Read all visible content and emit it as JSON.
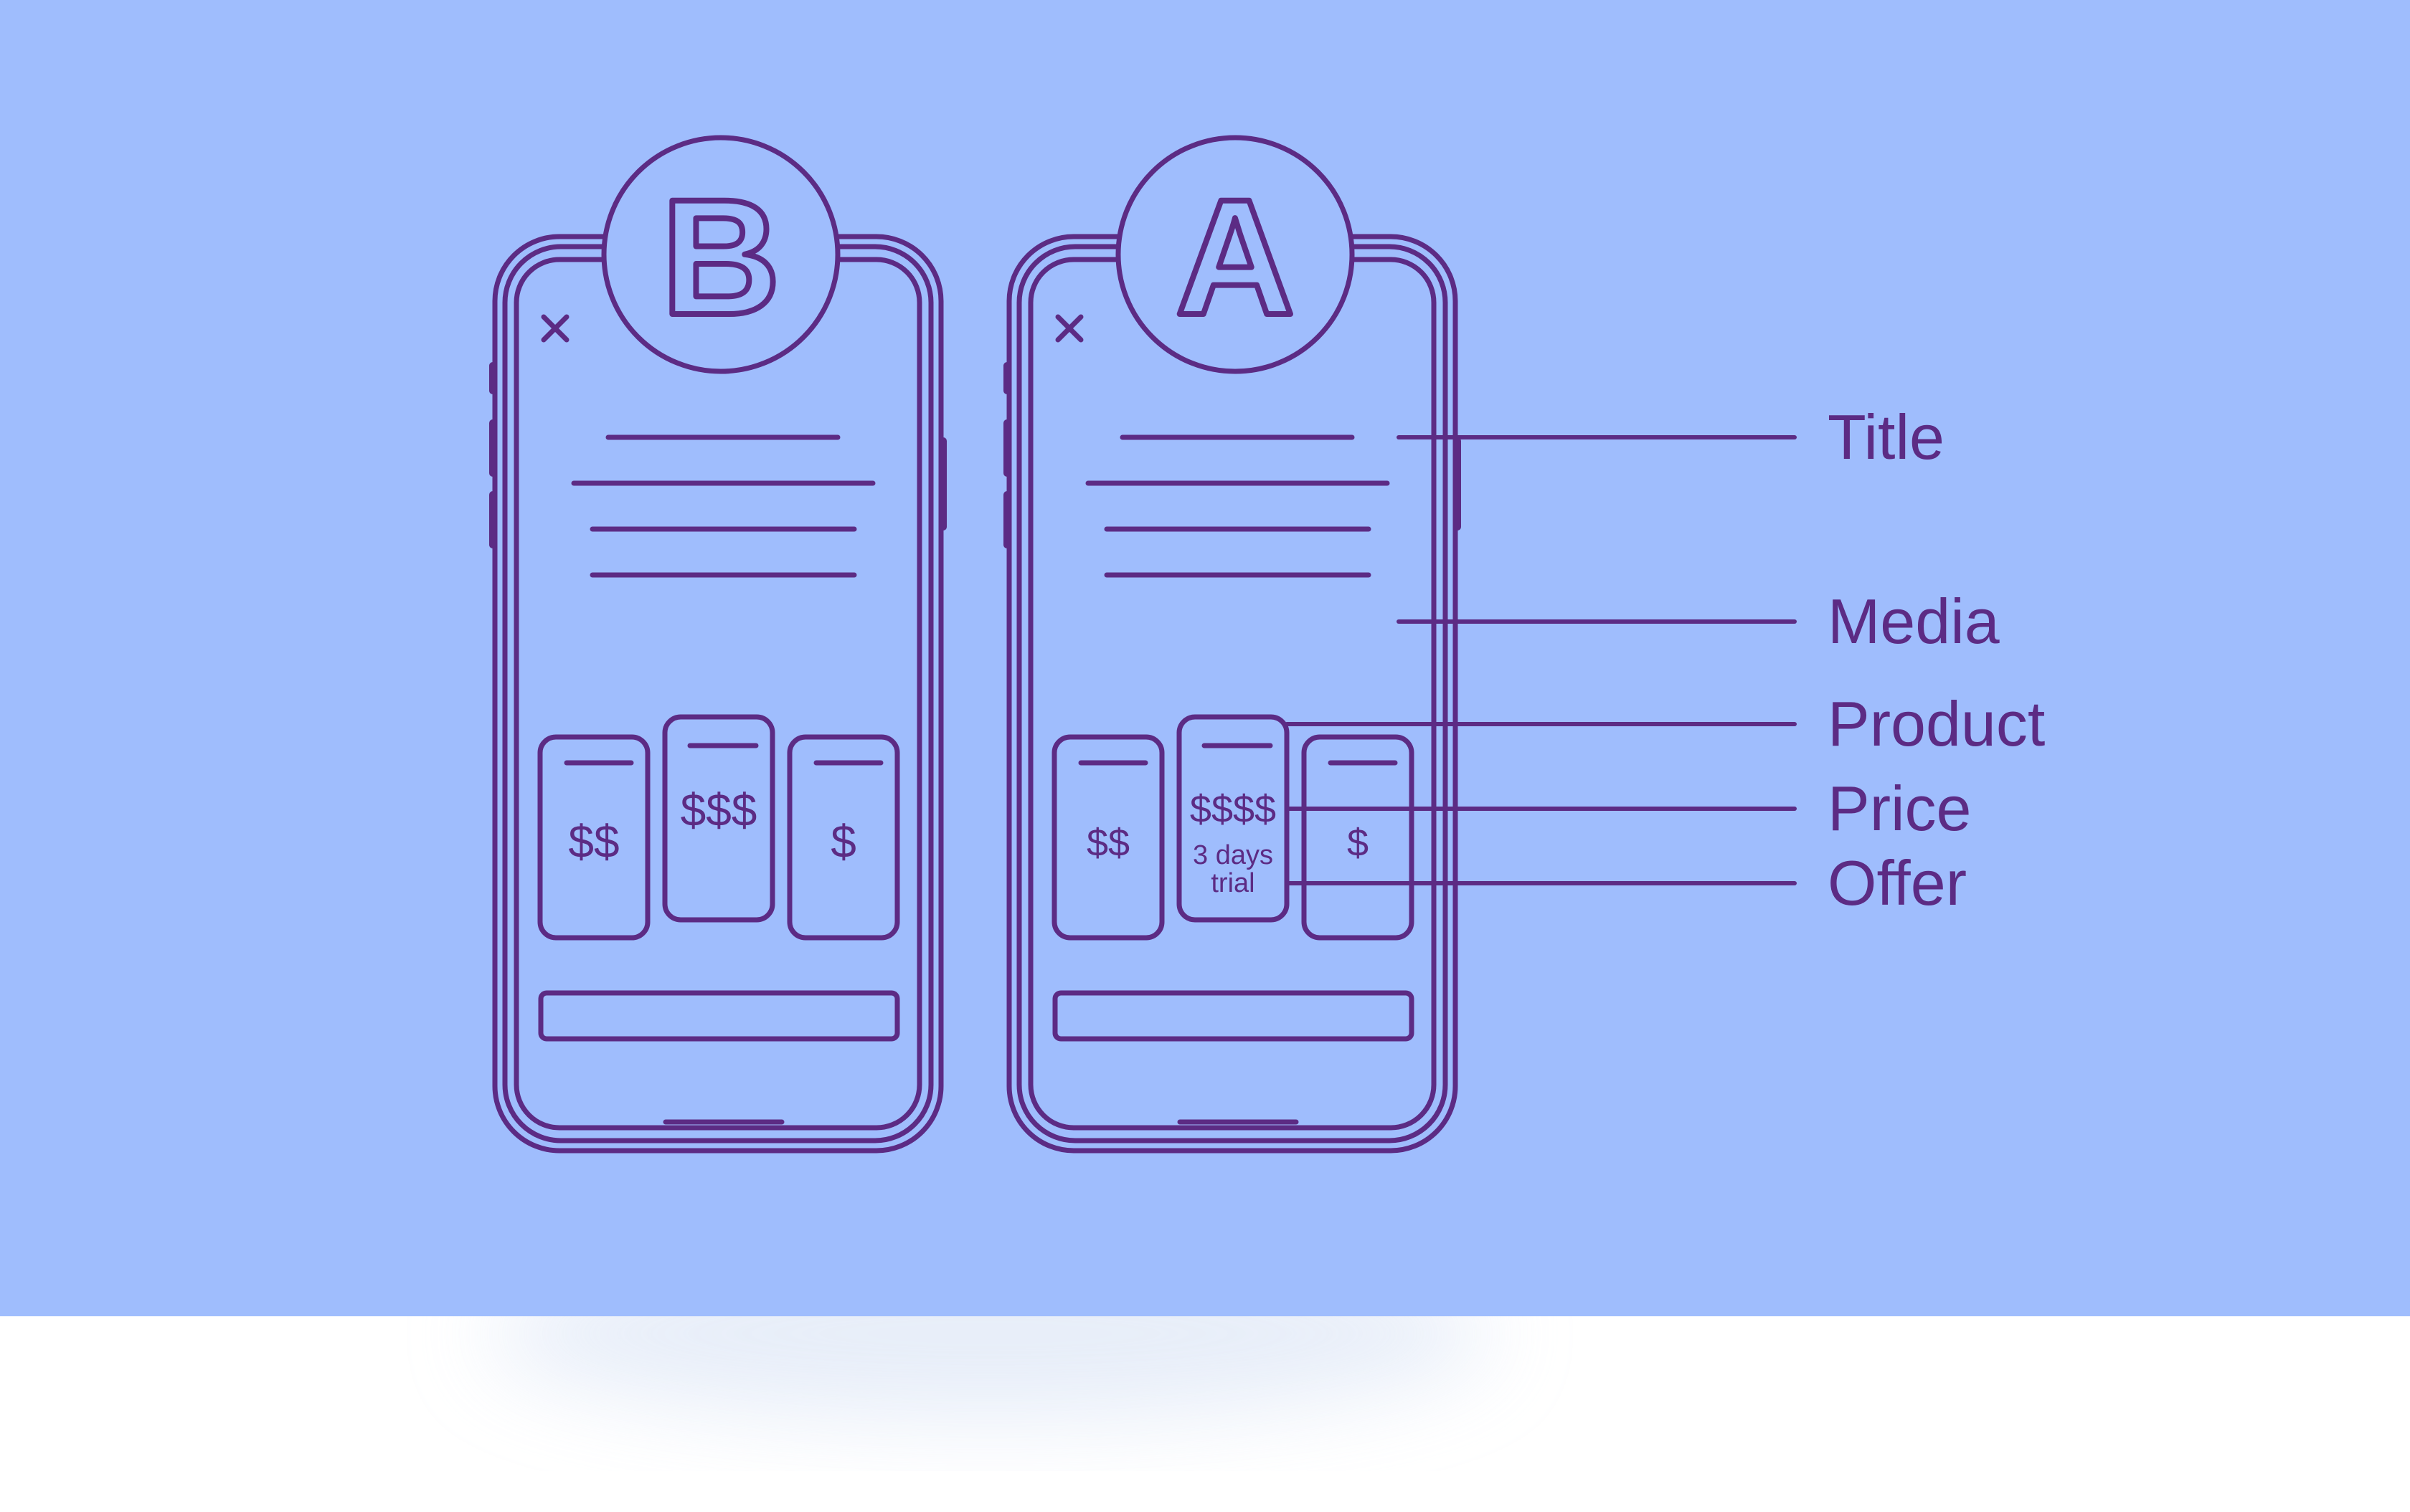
{
  "colors": {
    "background": "#9fbdfd",
    "stroke": "#5c2b84",
    "below": "#ffffff"
  },
  "variants": [
    {
      "badge": "B",
      "icons": [
        "close-icon"
      ],
      "cards": [
        {
          "price": "$$",
          "offer": ""
        },
        {
          "price": "$$$",
          "offer": ""
        },
        {
          "price": "$",
          "offer": ""
        }
      ]
    },
    {
      "badge": "A",
      "icons": [
        "close-icon"
      ],
      "cards": [
        {
          "price": "$$",
          "offer": ""
        },
        {
          "price": "$$$$",
          "offer_line1": "3 days",
          "offer_line2": "trial"
        },
        {
          "price": "$",
          "offer": ""
        }
      ]
    }
  ],
  "annotations": {
    "title": "Title",
    "media": "Media",
    "product": "Product",
    "price": "Price",
    "offer": "Offer"
  }
}
